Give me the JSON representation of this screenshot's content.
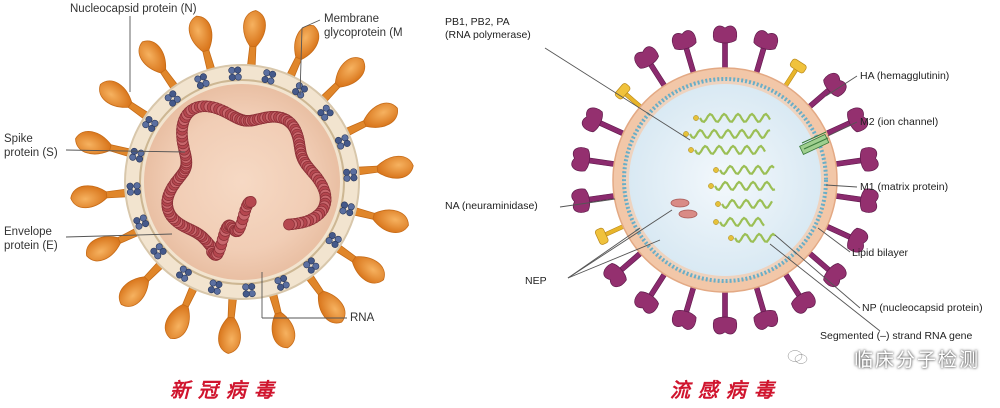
{
  "covid": {
    "labels": {
      "nucleocapsid": "Nucleocapsid protein (N)",
      "membrane_1": "Membrane",
      "membrane_2": "glycoprotein (M",
      "spike_1": "Spike",
      "spike_2": "protein (S)",
      "envelope_1": "Envelope",
      "envelope_2": "protein (E)",
      "rna": "RNA"
    },
    "caption": "新冠病毒",
    "colors": {
      "spike": "#e58a2a",
      "envelope_ring": "#f2e4cf",
      "core": "#f4d2bd",
      "rna": "#b84a52",
      "membrane_protein": "#3d4f7a"
    }
  },
  "flu": {
    "labels": {
      "polymerase_1": "PB1, PB2, PA",
      "polymerase_2": "(RNA polymerase)",
      "ha": "HA (hemagglutinin)",
      "m2": "M2 (ion channel)",
      "m1": "M1 (matrix protein)",
      "na": "NA (neuraminidase)",
      "lipid": "Lipid bilayer",
      "nep": "NEP",
      "np": "NP (nucleocapsid protein)",
      "segmented": "Segmented (–) strand RNA gene"
    },
    "caption": "流感病毒",
    "colors": {
      "ha": "#8b2a6e",
      "na": "#e8b52a",
      "lipid_outer": "#f2c7a8",
      "lipid_inner": "#6aaec7",
      "core": "#e7f1f8",
      "rna": "#a9c86a"
    }
  },
  "watermark": {
    "text": "临床分子检测",
    "icon": "wechat-icon"
  }
}
